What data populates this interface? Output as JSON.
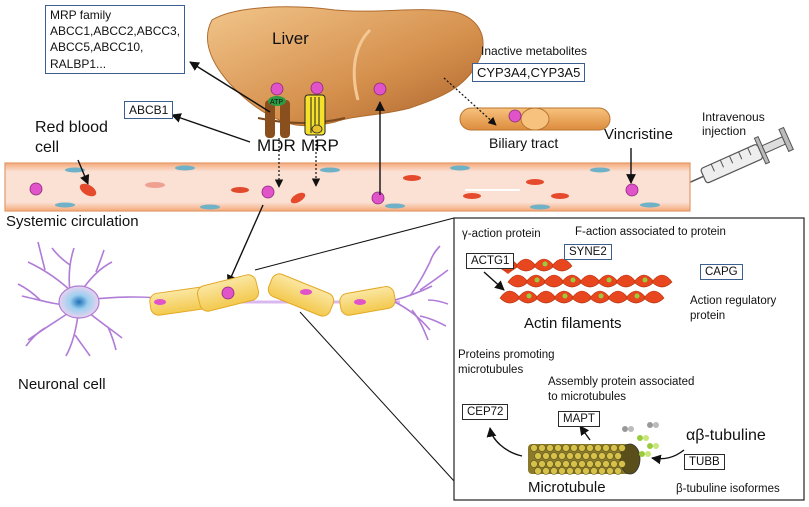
{
  "diagram": {
    "liver": "Liver",
    "mrp_family": {
      "title": "MRP family",
      "lines": [
        "ABCC1,ABCC2,ABCC3,",
        "ABCC5,ABCC10,",
        "RALBP1..."
      ]
    },
    "abcb1": "ABCB1",
    "red_blood_cell": [
      "Red blood",
      "cell"
    ],
    "atp": "ATP",
    "mdr": "MDR",
    "mrp": "MRP",
    "inactive_metabolites": "Inactive metabolites",
    "cyp": "CYP3A4,CYP3A5",
    "biliary_tract": "Biliary tract",
    "vincristine": "Vincristine",
    "intravenous": [
      "Intravenous",
      "injection"
    ],
    "systemic_circulation": "Systemic circulation",
    "neuronal_cell": "Neuronal cell",
    "inset": {
      "gamma_action": "γ-action protein",
      "f_action": "F-action associated to protein",
      "actg1": "ACTG1",
      "syne2": "SYNE2",
      "capg": "CAPG",
      "action_regulatory": [
        "Action regulatory",
        "protein"
      ],
      "actin_filaments": "Actin filaments",
      "proteins_promoting": [
        "Proteins promoting",
        "microtubules"
      ],
      "assembly_protein": [
        "Assembly protein associated",
        "to microtubules"
      ],
      "cep72": "CEP72",
      "mapt": "MAPT",
      "ab_tubuline": "αβ-tubuline",
      "tubb": "TUBB",
      "microtubule": "Microtubule",
      "b_isoformes": "β-tubuline isoformes"
    }
  },
  "colors": {
    "vessel": "#f6c9b8",
    "vessel_border": "#e9a57c",
    "drug": "#e053c9",
    "rbc": "#e64a2c",
    "liver": "#d58f4c",
    "box_border": "#3b5f8e",
    "neuron": "#b07cd6",
    "axon_segment": "#f7d56b",
    "actin": "#e8461e",
    "tubule": "#c9b33a"
  }
}
